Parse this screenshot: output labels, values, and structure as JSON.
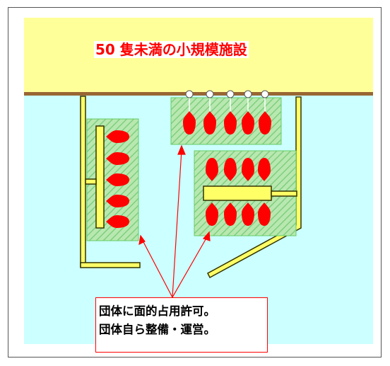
{
  "title": "50 隻未満の小規模施設",
  "callout": {
    "line1": "団体に面的占用許可。",
    "line2": "団体自ら整備・運営。"
  },
  "colors": {
    "sea": "#ccffff",
    "land": "#ffff99",
    "shore": "#996633",
    "pier": "#ffff66",
    "pier_outline": "#333300",
    "zone_fill": "#99dd99",
    "zone_border": "#66cc66",
    "boat": "#ff0000",
    "accent": "#ff0000"
  }
}
